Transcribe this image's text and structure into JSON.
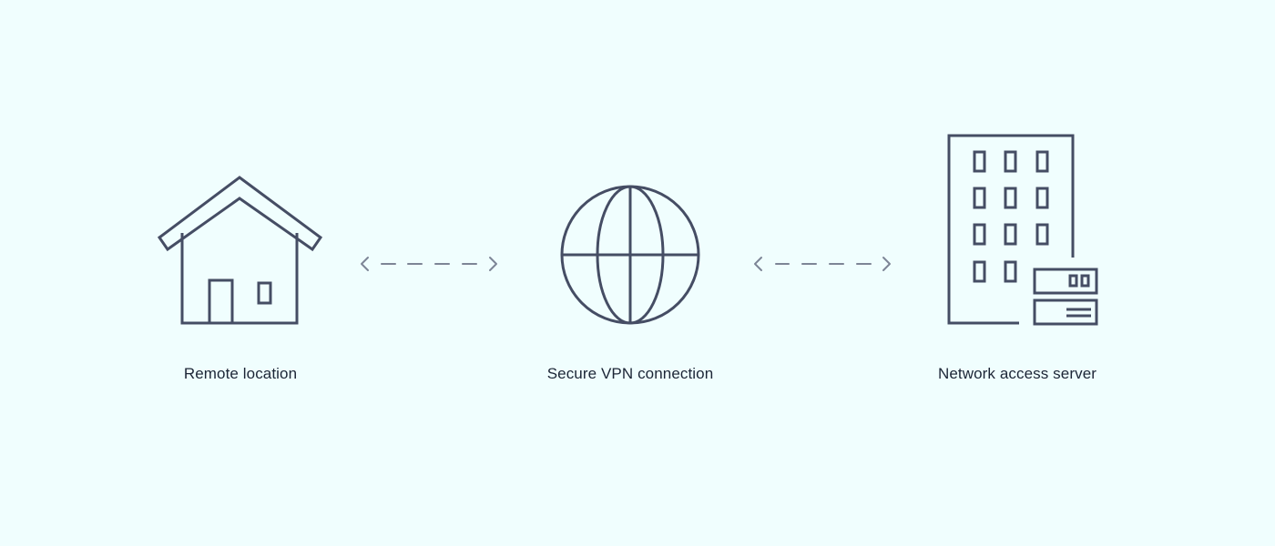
{
  "diagram": {
    "nodes": [
      {
        "id": "remote",
        "label": "Remote location",
        "icon": "house-icon"
      },
      {
        "id": "vpn",
        "label": "Secure VPN connection",
        "icon": "globe-icon"
      },
      {
        "id": "server",
        "label": "Network access server",
        "icon": "office-building-with-server-icon"
      }
    ],
    "connectors": [
      {
        "from": "remote",
        "to": "vpn",
        "style": "dashed",
        "direction": "bidirectional"
      },
      {
        "from": "vpn",
        "to": "server",
        "style": "dashed",
        "direction": "bidirectional"
      }
    ],
    "colors": {
      "background": "#f0fefe",
      "icon_stroke": "#454d64",
      "connector": "#7d8596",
      "label_text": "#1c2536"
    }
  }
}
